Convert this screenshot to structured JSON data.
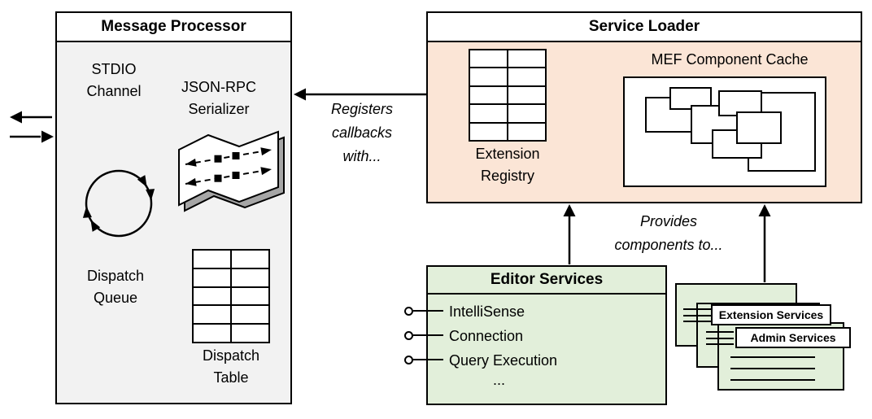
{
  "colors": {
    "message_processor_fill": "#f2f2f2",
    "service_loader_fill": "#fbe5d6",
    "services_fill": "#e2efda",
    "title_bar_fill": "#ffffff",
    "border": "#000000"
  },
  "message_processor": {
    "title": "Message Processor",
    "stdio_label": "STDIO Channel",
    "serializer_label": "JSON-RPC Serializer",
    "dispatch_queue_label": "Dispatch Queue",
    "dispatch_table_label": "Dispatch Table",
    "icons": {
      "stdio": "bidirectional-arrows-icon",
      "serializer": "ribbon-flow-icon",
      "dispatch_queue": "cycle-arrows-icon",
      "dispatch_table": "table-grid-icon"
    }
  },
  "service_loader": {
    "title": "Service Loader",
    "extension_registry_label": "Extension Registry",
    "mef_cache_label": "MEF Component Cache",
    "icons": {
      "extension_registry": "table-grid-icon",
      "mef_cache": "component-cluster-icon"
    }
  },
  "editor_services": {
    "title": "Editor Services",
    "items": [
      "IntelliSense",
      "Connection",
      "Query Execution",
      "..."
    ]
  },
  "service_cards": [
    {
      "title": "Extension Services"
    },
    {
      "title": "Admin Services"
    }
  ],
  "arrow_labels": {
    "registers": "Registers callbacks with...",
    "provides": "Provides components to..."
  }
}
